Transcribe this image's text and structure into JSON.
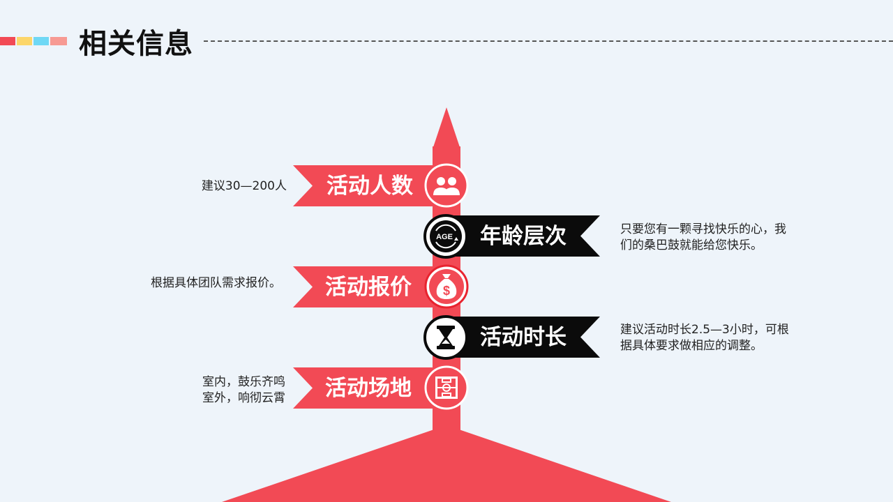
{
  "title": "相关信息",
  "colors": {
    "red": "#f24a55",
    "black": "#0b0b0b",
    "bar_colors": [
      "#f24a55",
      "#fcd66a",
      "#6fd8f5",
      "#f79a93"
    ]
  },
  "items": [
    {
      "label": "活动人数",
      "icon": "people-icon",
      "desc": [
        "建议30—200人"
      ]
    },
    {
      "label": "年龄层次",
      "icon": "age-icon",
      "icon_text": "AGE",
      "desc": [
        "只要您有一颗寻找快乐的心，我",
        "们的桑巴鼓就能给您快乐。"
      ]
    },
    {
      "label": "活动报价",
      "icon": "money-bag-icon",
      "icon_text": "$",
      "desc": [
        "根据具体团队需求报价。"
      ]
    },
    {
      "label": "活动时长",
      "icon": "hourglass-icon",
      "desc": [
        "建议活动时长2.5—3小时，可根",
        "据具体要求做相应的调整。"
      ]
    },
    {
      "label": "活动场地",
      "icon": "field-icon",
      "desc": [
        "室内，鼓乐齐鸣",
        "室外，响彻云霄"
      ]
    }
  ]
}
